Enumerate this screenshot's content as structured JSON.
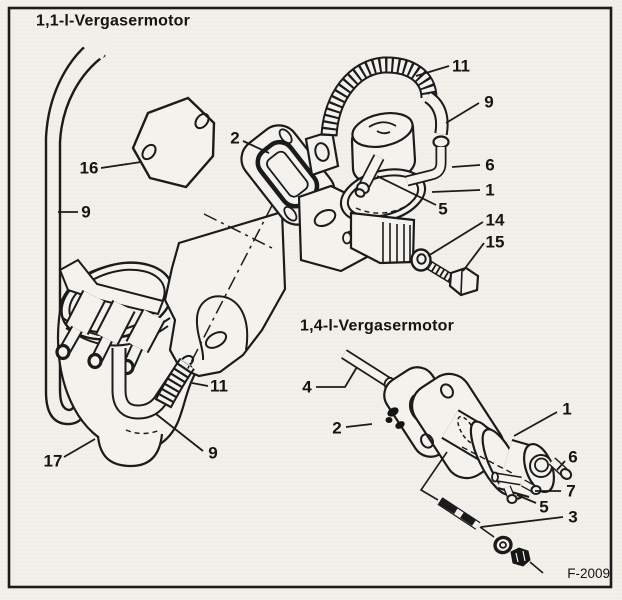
{
  "figure": {
    "code": "F-2009",
    "ink": "#1b1b1b",
    "paper": "#f2f0ea"
  },
  "sections": [
    {
      "id": "engine-1-1",
      "title": "1,1-l-Vergasermotor"
    },
    {
      "id": "engine-1-4",
      "title": "1,4-l-Vergasermotor"
    }
  ],
  "callouts_top": [
    "16",
    "9",
    "2",
    "11",
    "9",
    "6",
    "1",
    "5",
    "14",
    "15",
    "11",
    "17",
    "9"
  ],
  "callouts_bottom": [
    "4",
    "2",
    "1",
    "6",
    "7",
    "5",
    "3"
  ]
}
